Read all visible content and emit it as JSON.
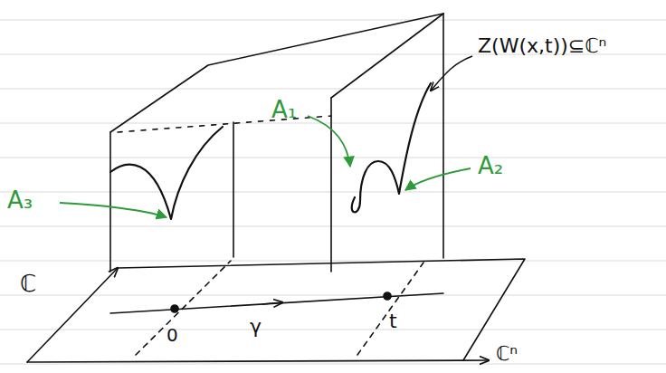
{
  "diagram": {
    "labels": [
      "Z(W(x,t))⊆ℂⁿ",
      "A₁",
      "A₂",
      "A₃",
      "ℂ",
      "0",
      "γ",
      "t",
      "ℂⁿ"
    ]
  }
}
